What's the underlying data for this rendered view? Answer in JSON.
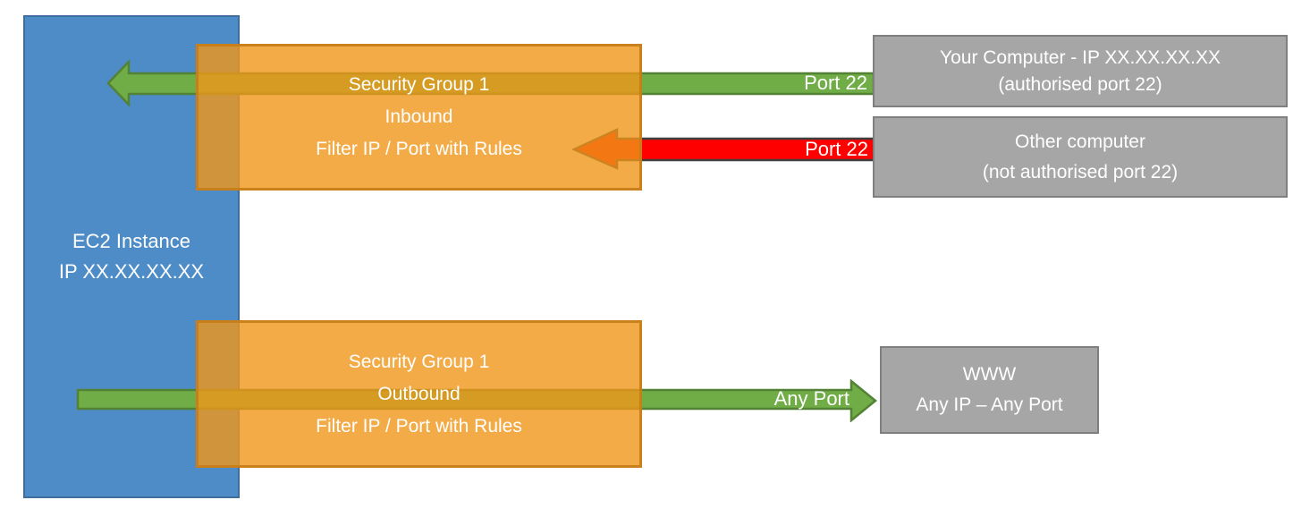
{
  "diagram": {
    "ec2_instance": {
      "lines": [
        "EC2 Instance",
        "IP XX.XX.XX.XX"
      ]
    },
    "security_group_inbound": {
      "lines": [
        "Security Group 1",
        "Inbound",
        "Filter IP / Port with Rules"
      ]
    },
    "security_group_outbound": {
      "lines": [
        "Security Group 1",
        "Outbound",
        "Filter IP / Port with Rules"
      ]
    },
    "your_computer": {
      "lines": [
        "Your Computer - IP XX.XX.XX.XX",
        "(authorised port 22)"
      ]
    },
    "other_computer": {
      "lines": [
        "Other computer",
        "(not authorised port 22)"
      ]
    },
    "www": {
      "lines": [
        "WWW",
        "Any IP – Any Port"
      ]
    },
    "arrow_labels": {
      "inbound_allowed": "Port 22",
      "inbound_blocked": "Port 22",
      "outbound": "Any Port"
    },
    "colors": {
      "ec2_fill": "#4E8CC8",
      "ec2_border": "#3D6E9E",
      "security_group_fill": "#F09619",
      "security_group_border": "#C67C16",
      "allowed_arrow_fill": "#70AD47",
      "allowed_arrow_border": "#538135",
      "blocked_arrow_fill": "#FF0000",
      "blocked_arrow_border": "#3F3F3F",
      "external_box_fill": "#A6A6A6",
      "external_box_border": "#7F7F7F",
      "text": "#FFFFFF"
    }
  }
}
